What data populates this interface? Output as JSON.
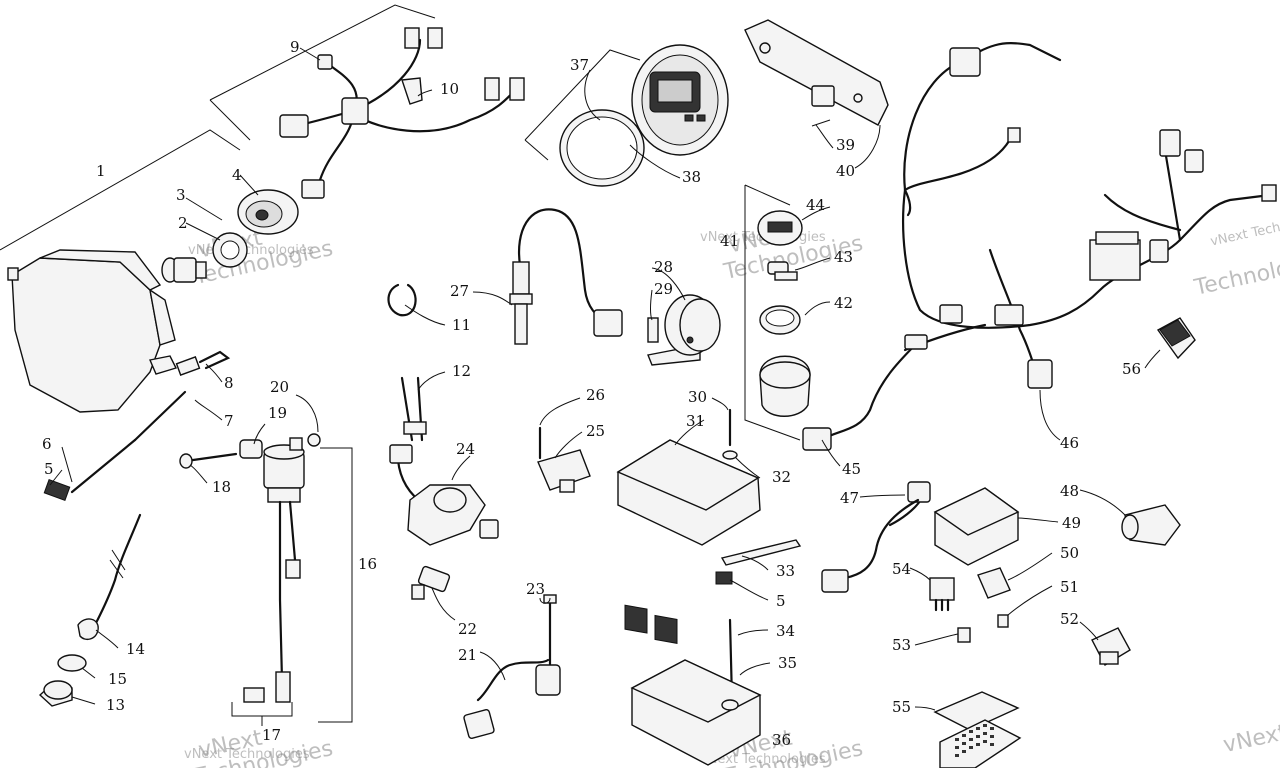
{
  "diagram": {
    "callouts": [
      "1",
      "2",
      "3",
      "4",
      "5",
      "6",
      "7",
      "8",
      "9",
      "10",
      "11",
      "12",
      "13",
      "14",
      "15",
      "16",
      "17",
      "18",
      "19",
      "20",
      "21",
      "22",
      "23",
      "24",
      "25",
      "26",
      "27",
      "28",
      "29",
      "30",
      "31",
      "32",
      "33",
      "5",
      "34",
      "35",
      "36",
      "37",
      "38",
      "39",
      "40",
      "41",
      "42",
      "43",
      "44",
      "45",
      "46",
      "47",
      "48",
      "49",
      "50",
      "51",
      "52",
      "53",
      "54",
      "55",
      "56"
    ],
    "watermark": {
      "line1": "vNext",
      "line2": "Technologies",
      "inline": "vNext Technologies"
    }
  }
}
